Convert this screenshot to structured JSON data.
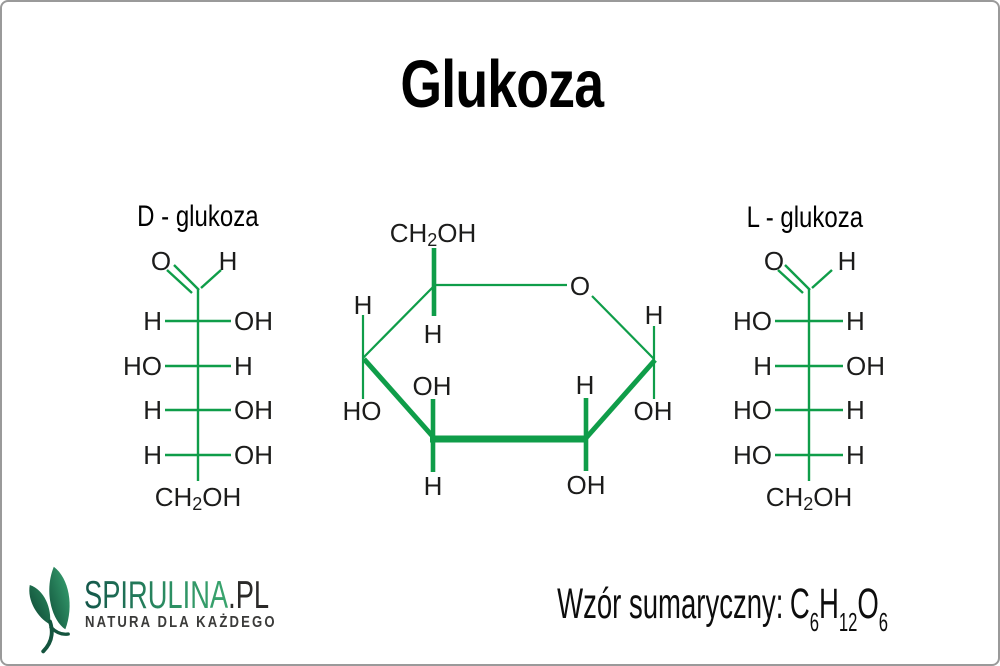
{
  "title": "Glukoza",
  "colors": {
    "bond_green": "#0f9d49",
    "label_black": "#1c1c1b",
    "border_gray": "#9a9a9a",
    "brand_green_dark": "#14564a",
    "brand_green_light": "#3aa56e",
    "tagline_gray": "#3b3b3a"
  },
  "d_glucose": {
    "heading": "D - glukoza",
    "aldehyde_o": "O",
    "aldehyde_h": "H",
    "rows": [
      {
        "left": "H",
        "right": "OH"
      },
      {
        "left": "HO",
        "right": "H"
      },
      {
        "left": "H",
        "right": "OH"
      },
      {
        "left": "H",
        "right": "OH"
      }
    ],
    "ch2oh": {
      "pre": "CH",
      "sub": "2",
      "post": "OH"
    }
  },
  "ring": {
    "ch2oh": {
      "pre": "CH",
      "sub": "2",
      "post": "OH"
    },
    "o": "O",
    "c5_h": "H",
    "c4_h": "H",
    "c4_ho": "HO",
    "c3_oh": "OH",
    "c3_h": "H",
    "c2_h": "H",
    "c2_oh": "OH",
    "c1_h": "H",
    "c1_oh": "OH"
  },
  "l_glucose": {
    "heading": "L - glukoza",
    "aldehyde_o": "O",
    "aldehyde_h": "H",
    "rows": [
      {
        "left": "HO",
        "right": "H"
      },
      {
        "left": "H",
        "right": "OH"
      },
      {
        "left": "HO",
        "right": "H"
      },
      {
        "left": "HO",
        "right": "H"
      }
    ],
    "ch2oh": {
      "pre": "CH",
      "sub": "2",
      "post": "OH"
    }
  },
  "footer": {
    "brand": "SPIRULINA",
    "brand_suffix": ".PL",
    "tagline": "NATURA DLA KAŻDEGO",
    "formula_label": "Wzór sumaryczny:",
    "formula": [
      {
        "t": "C",
        "sub": "6"
      },
      {
        "t": "H",
        "sub": "12"
      },
      {
        "t": "O",
        "sub": "6"
      }
    ]
  }
}
